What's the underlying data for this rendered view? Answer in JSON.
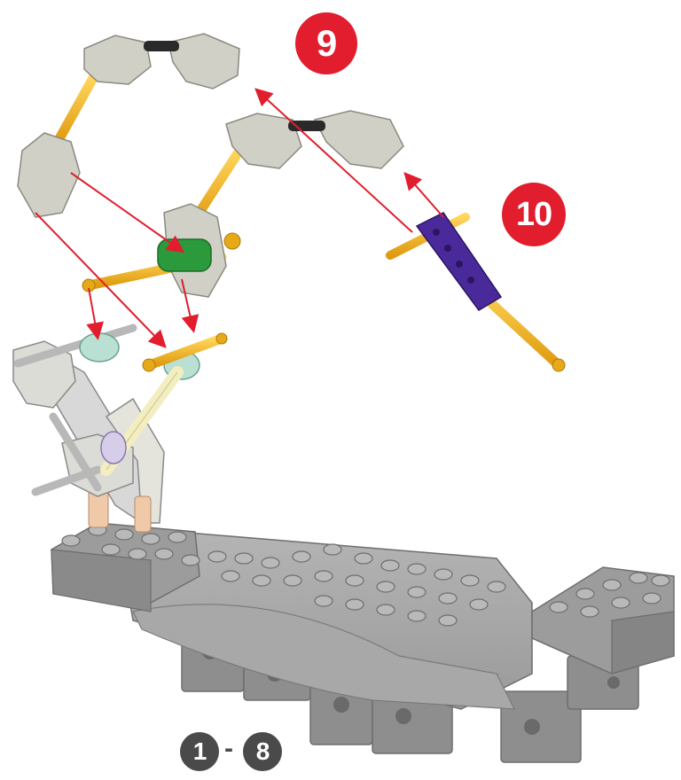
{
  "steps": {
    "step_a": "9",
    "step_b": "10",
    "range_start": "1",
    "range_separator": "-",
    "range_end": "8"
  },
  "colors": {
    "accent_red": "#e11d2e",
    "badge_grey": "#4a4a4a",
    "rod_yellow": "#f2b51c",
    "connector_grey": "#cfcfc4",
    "base_grey": "#8c8c8c",
    "connector_green": "#2a9a3c",
    "connector_purple": "#4a2a9a"
  }
}
